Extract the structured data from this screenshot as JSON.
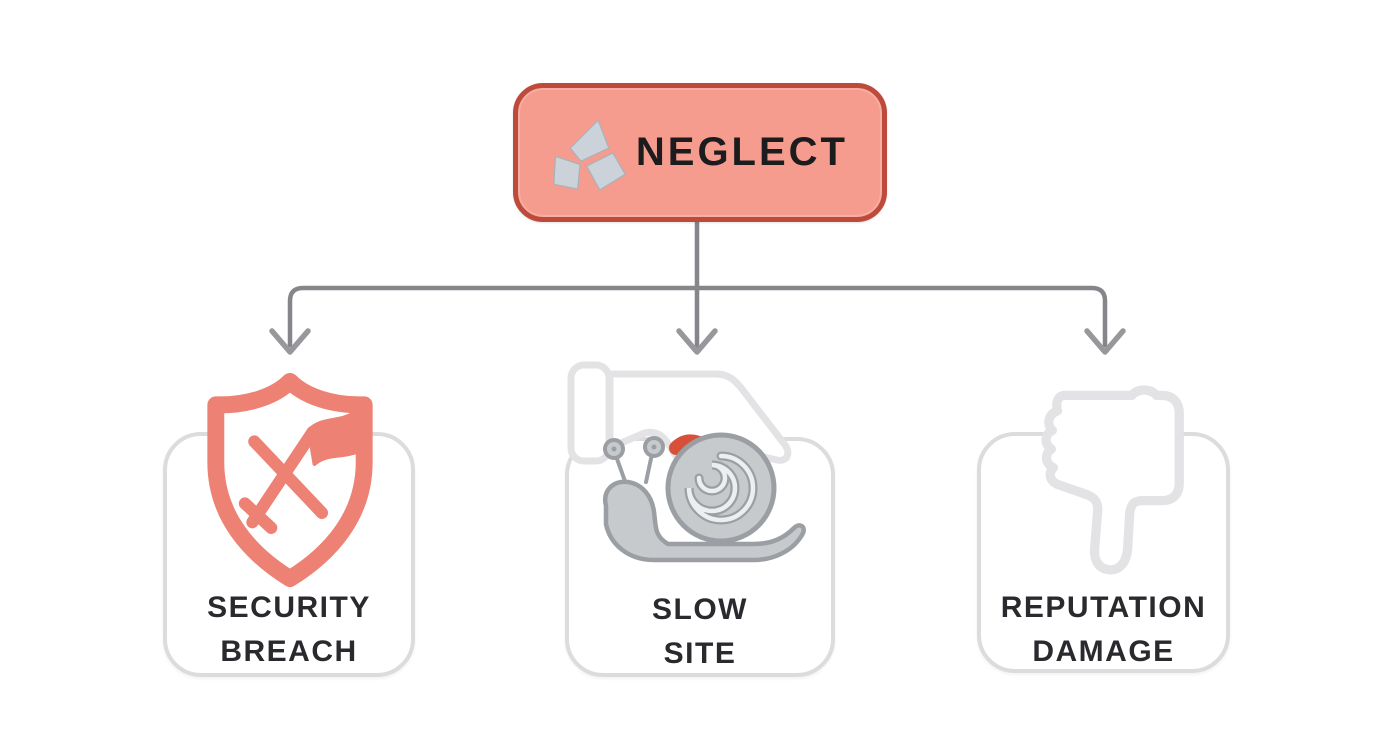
{
  "diagram": {
    "root": {
      "label": "NEGLECT",
      "icon": "broken-pieces-icon"
    },
    "branches": [
      {
        "line1": "SECURITY",
        "line2": "BREACH",
        "icon": "shield-flag-icon"
      },
      {
        "line1": "SLOW",
        "line2": "SITE",
        "icon": "snail-hand-icon"
      },
      {
        "line1": "REPUTATION",
        "line2": "DAMAGE",
        "icon": "thumbs-down-icon"
      }
    ],
    "colors": {
      "root_fill": "#F59C8E",
      "root_border": "#BE4A3C",
      "root_text": "#1C1C1E",
      "connector_gray": "#85858A",
      "arrowhead_gray": "#97979C",
      "card_border": "#DCDCDE",
      "label_text": "#2A2A2E",
      "icon_salmon": "#ED8173",
      "icon_gray_fill": "#C7CACD",
      "icon_gray_stroke": "#9B9EA3",
      "icon_light_outline": "#E3E3E5",
      "accent_red_squiggle": "#D8503A",
      "shards_fill": "#CBD2D9"
    }
  }
}
